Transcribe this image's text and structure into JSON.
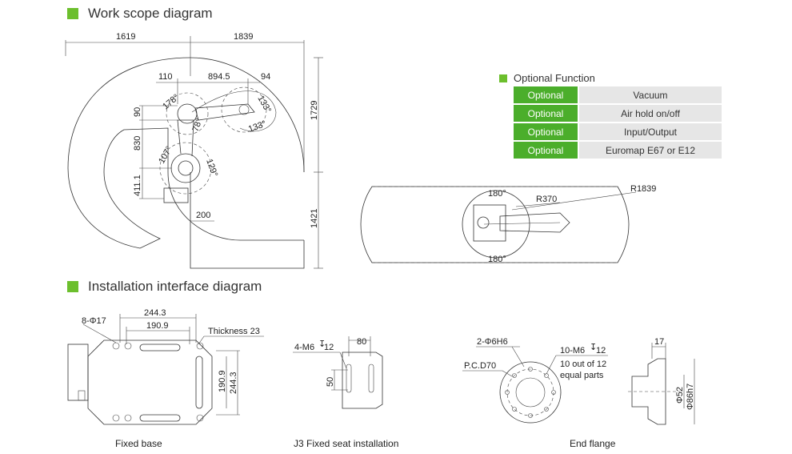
{
  "sections": {
    "work_scope": "Work scope diagram",
    "installation": "Installation interface diagram"
  },
  "optional_function": {
    "title": "Optional Function",
    "rows": [
      {
        "key": "Optional",
        "value": "Vacuum"
      },
      {
        "key": "Optional",
        "value": "Air hold on/off"
      },
      {
        "key": "Optional",
        "value": "Input/Output"
      },
      {
        "key": "Optional",
        "value": "Euromap E67 or E12"
      }
    ]
  },
  "work_dims": {
    "d1619": "1619",
    "d1839": "1839",
    "d110": "110",
    "d894_5": "894.5",
    "d94": "94",
    "d90": "90",
    "d830": "830",
    "d411_1": "411.1",
    "d1729": "1729",
    "d1421": "1421",
    "d200": "200",
    "a178": "178°",
    "a78": "78°",
    "a133a": "133°",
    "a133b": "133°",
    "a107": "107°",
    "a129": "129°"
  },
  "top_view": {
    "a180_top": "180°",
    "a180_bottom": "180°",
    "r370": "R370",
    "r1839": "R1839"
  },
  "base": {
    "holes": "8-Φ17",
    "d244_3_top": "244.3",
    "d190_9_top": "190.9",
    "thickness": "Thickness 23",
    "d190_9_side": "190.9",
    "d244_3_side": "244.3",
    "caption": "Fixed base"
  },
  "j3": {
    "holes": "4-M6",
    "depth": "12",
    "d80": "80",
    "d50": "50",
    "caption": "J3 Fixed seat installation"
  },
  "flange": {
    "pin": "2-Φ6H6",
    "pcd": "P.C.D70",
    "thread": "10-M6",
    "depth": "12",
    "note1": "10 out of 12",
    "note2": "equal parts",
    "d17": "17",
    "d52": "Φ52",
    "d86": "Φ86h7",
    "caption": "End flange"
  }
}
